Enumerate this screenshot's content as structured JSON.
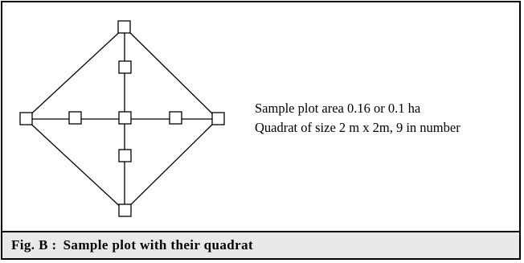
{
  "description": {
    "line1": "Sample plot area 0.16 or 0.1 ha",
    "line2": "Quadrat of size 2 m x 2m, 9 in number"
  },
  "caption": {
    "label": "Fig. B :",
    "text": "Sample plot with their quadrat"
  }
}
